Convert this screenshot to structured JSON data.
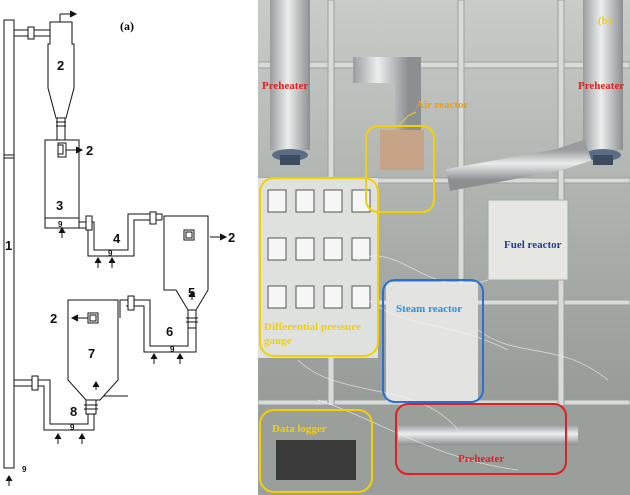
{
  "schematic": {
    "panel_label": "(a)",
    "numbers": {
      "n1": "1",
      "n2a": "2",
      "n2b": "2",
      "n2c": "2",
      "n2d": "2",
      "n3": "3",
      "n4": "4",
      "n5": "5",
      "n6": "6",
      "n7": "7",
      "n8": "8",
      "n9a": "9",
      "n9b": "9",
      "n9c": "9",
      "n9d": "9",
      "n9e": "9"
    }
  },
  "photo": {
    "panel_label": "(b)",
    "labels": {
      "preheater_left": "Preheater",
      "preheater_right": "Preheater",
      "air_reactor": "Air reactor",
      "fuel_reactor": "Fuel reactor",
      "steam_reactor": "Steam reactor",
      "diff_gauge_line1": "Differential pressure",
      "diff_gauge_line2": "gauge",
      "data_logger": "Data logger",
      "preheater_bottom": "Preheater"
    },
    "colors": {
      "yellow": "#f5d000",
      "blue": "#2a6fd6",
      "red": "#e02020",
      "air_text": "#f5a000",
      "fuel_text": "#1f3f8f",
      "steam_text": "#2a8fe0",
      "preheater_text": "#e02020"
    }
  }
}
